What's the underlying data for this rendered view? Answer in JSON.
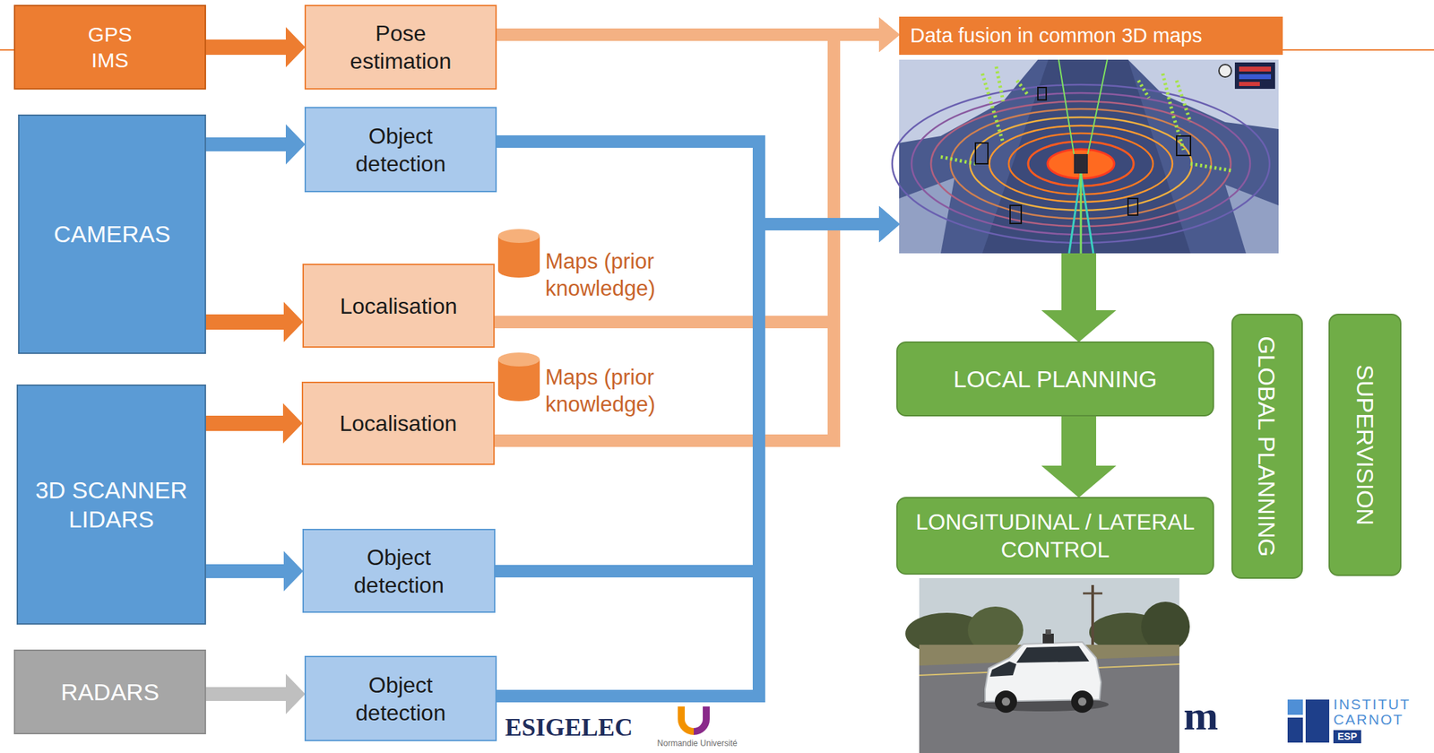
{
  "diagram": {
    "nodes": [
      {
        "text": [
          "GPS IMS"
        ]
      },
      {
        "text": [
          "Pose estimation"
        ]
      },
      {
        "text": [
          "Data fusion in common 3D maps"
        ]
      },
      {
        "text": [
          "CAMERAS"
        ]
      },
      {
        "text": [
          "Object detection"
        ]
      },
      {
        "text": [
          "Localisation"
        ]
      },
      {
        "text": [
          "3D SCANNER LIDARS"
        ]
      },
      {
        "text": [
          "Localisation"
        ]
      },
      {
        "text": [
          "Object detection"
        ]
      },
      {
        "text": [
          "RADARS"
        ]
      },
      {
        "text": [
          "Object detection"
        ]
      },
      {
        "text": [
          "LOCAL PLANNING"
        ]
      },
      {
        "text": [
          "LONGITUDINAL / LATERAL CONTROL"
        ]
      },
      {
        "text": [
          "GLOBAL PLANNING"
        ]
      },
      {
        "text": [
          "SUPERVISION"
        ]
      }
    ],
    "edges": [
      {
        "from": 0,
        "to": 1,
        "arrow": "to"
      },
      {
        "from": 1,
        "to": 2,
        "arrow": "to"
      },
      {
        "from": 3,
        "to": 4,
        "arrow": "to"
      },
      {
        "from": 3,
        "to": 5,
        "arrow": "to"
      },
      {
        "from": 6,
        "to": 7,
        "arrow": "to"
      },
      {
        "from": 6,
        "to": 8,
        "arrow": "to"
      },
      {
        "from": 9,
        "to": 10,
        "arrow": "to"
      },
      {
        "from": 4,
        "to": 2,
        "arrow": "to"
      },
      {
        "from": 5,
        "to": 2,
        "arrow": "to"
      },
      {
        "from": 7,
        "to": 2,
        "arrow": "to"
      },
      {
        "from": 8,
        "to": 2,
        "arrow": "to"
      },
      {
        "from": 10,
        "to": 2,
        "arrow": "to"
      },
      {
        "from": 2,
        "to": 11,
        "arrow": "to"
      },
      {
        "from": 11,
        "to": 12,
        "arrow": "to"
      }
    ],
    "labels": [
      "Maps (prior knowledge)",
      "Maps (prior knowledge)",
      "ESIGELEC",
      "Normandie Université",
      "m",
      "INSTITUT CARNOT",
      "ESP"
    ]
  }
}
